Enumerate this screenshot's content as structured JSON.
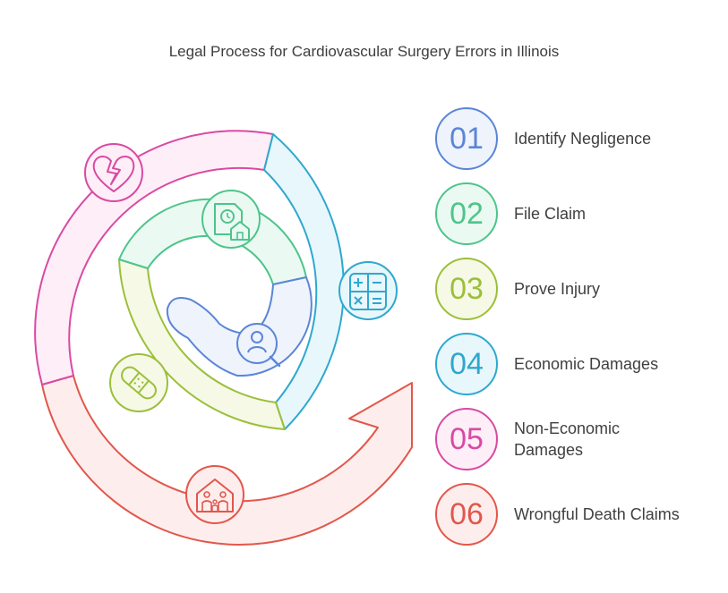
{
  "title": "Legal Process for Cardiovascular Surgery Errors in Illinois",
  "steps": [
    {
      "number": "01",
      "label": "Identify Negligence",
      "color": "#5b86d6",
      "fill": "#eef3fc"
    },
    {
      "number": "02",
      "label": "File Claim",
      "color": "#4fc48b",
      "fill": "#eafaf2"
    },
    {
      "number": "03",
      "label": "Prove Injury",
      "color": "#9cbf3a",
      "fill": "#f5f9e6"
    },
    {
      "number": "04",
      "label": "Economic Damages",
      "color": "#2ea8cf",
      "fill": "#e8f7fc"
    },
    {
      "number": "05",
      "label": "Non-Economic Damages",
      "color": "#d94aa3",
      "fill": "#fdeef7"
    },
    {
      "number": "06",
      "label": "Wrongful Death Claims",
      "color": "#e2574c",
      "fill": "#fdeeed"
    }
  ],
  "icons": {
    "step1": "magnifier-person-icon",
    "step2": "document-clock-house-icon",
    "step3": "bandage-icon",
    "step4": "calculator-icon",
    "step5": "broken-heart-icon",
    "step6": "family-house-icon"
  }
}
